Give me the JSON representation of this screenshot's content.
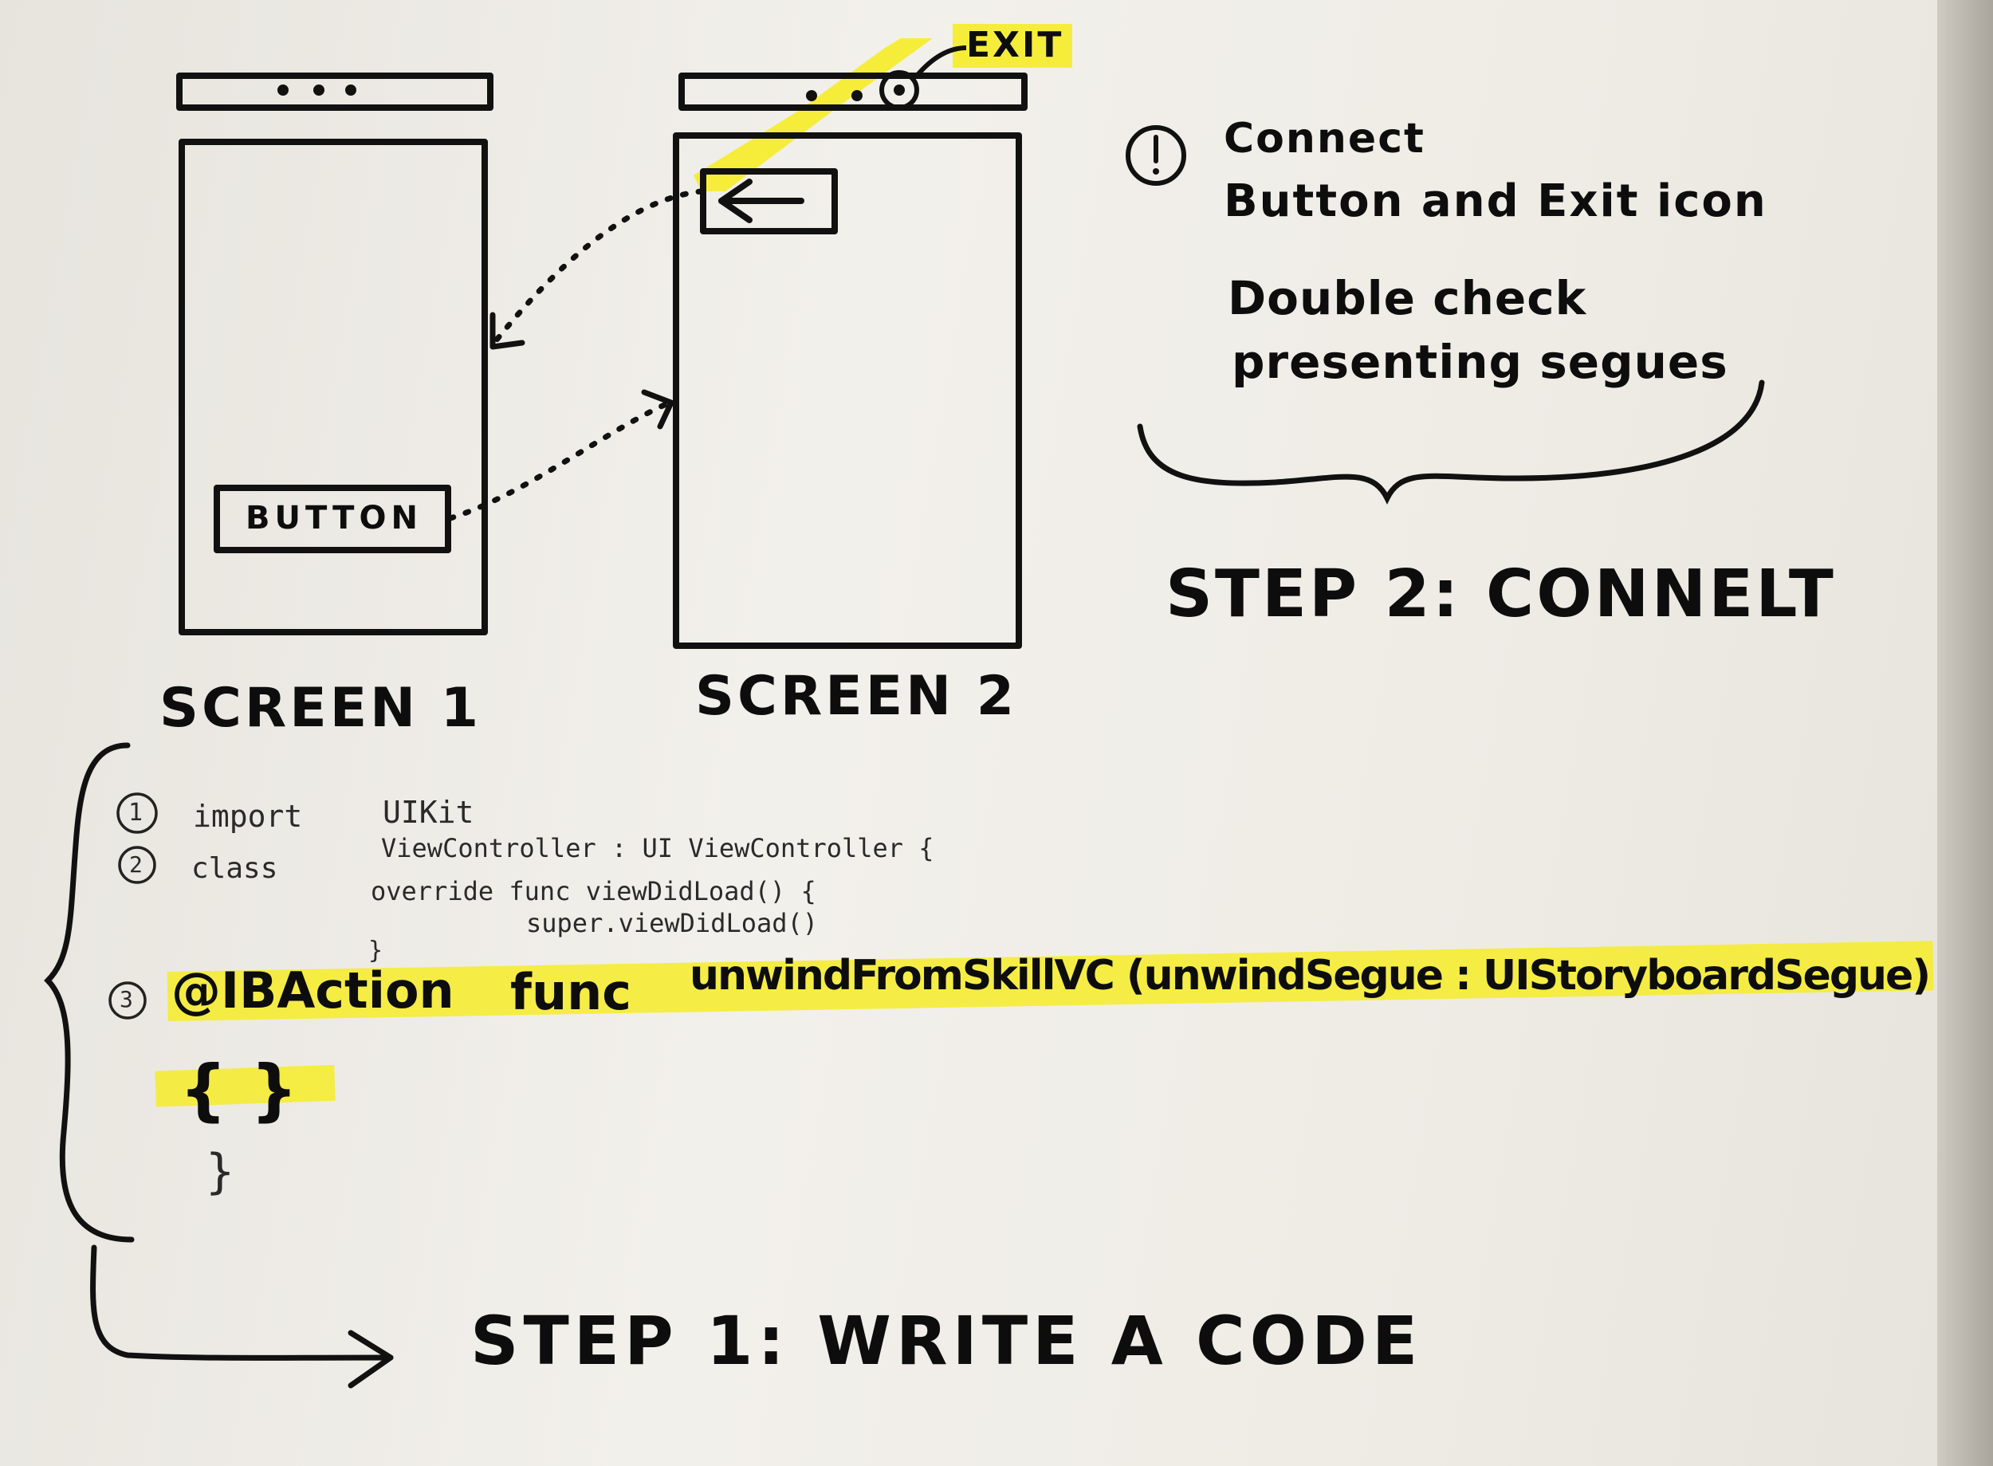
{
  "screens": {
    "screen1_label": "SCREEN 1",
    "screen2_label": "SCREEN 2",
    "button_label": "BUTTON",
    "exit_label": "EXIT"
  },
  "note": {
    "line1": "Connect",
    "line2": "Button and Exit icon",
    "line3": "Double check",
    "line4": "presenting segues"
  },
  "steps": {
    "step2": "STEP 2: CONNELT",
    "step1": "STEP 1: WRITE A CODE"
  },
  "code": {
    "n1": "1",
    "n2": "2",
    "n3": "3",
    "l1_kw": "import",
    "l1_val": "UIKit",
    "l2_kw": "class",
    "l2_val": "ViewController : UI ViewController {",
    "l3": "override  func  viewDidLoad() {",
    "l4": "super.viewDidLoad()",
    "l5": "}",
    "l6_a": "@IBAction",
    "l6_b": "func",
    "l6_c": "unwindFromSkillVC (unwindSegue : UIStoryboardSegue)",
    "l7": "{ }",
    "l8": "}"
  },
  "colors": {
    "highlight": "#f6ec28",
    "ink": "#111111",
    "paper": "#f0eee9"
  }
}
